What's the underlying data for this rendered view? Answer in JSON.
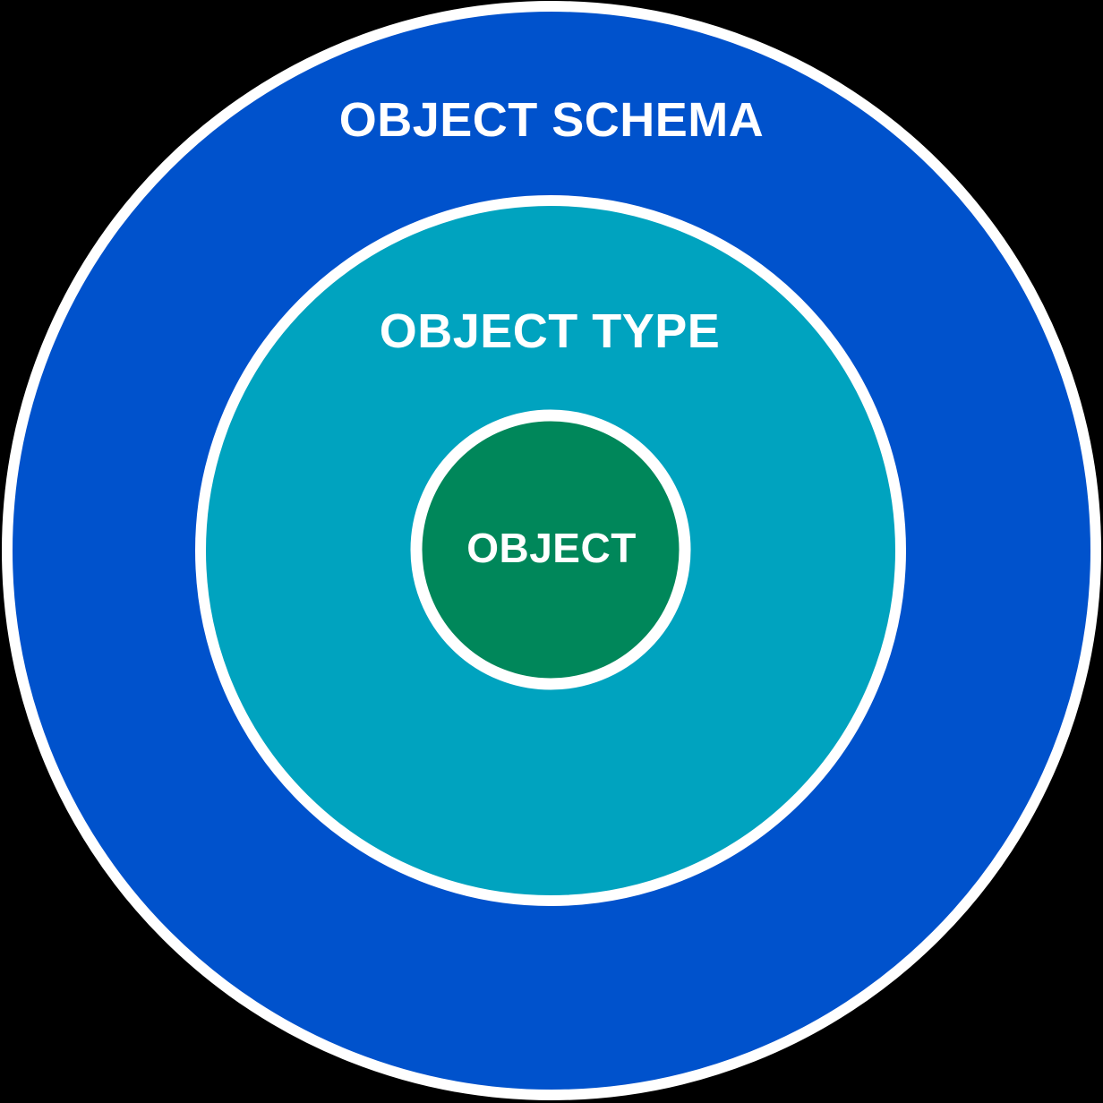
{
  "diagram": {
    "background_color": "#000000",
    "ring_border_color": "#FFFFFF",
    "label_color": "#FFFFFF",
    "rings": [
      {
        "label": "OBJECT SCHEMA",
        "color": "#0052CC"
      },
      {
        "label": "OBJECT TYPE",
        "color": "#00A3BF"
      },
      {
        "label": "OBJECT",
        "color": "#00875A"
      }
    ]
  }
}
